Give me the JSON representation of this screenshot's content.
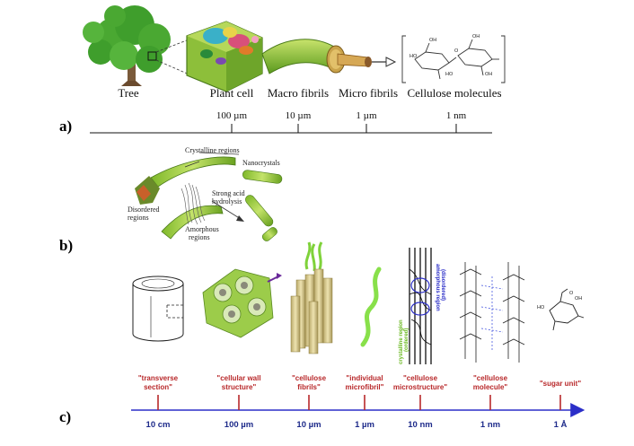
{
  "panel_a": {
    "marker": "a)",
    "items": [
      {
        "label": "Tree"
      },
      {
        "label": "Plant cell"
      },
      {
        "label": "Macro fibrils"
      },
      {
        "label": "Micro fibrils"
      },
      {
        "label": "Cellulose molecules"
      }
    ],
    "scale": [
      "100 µm",
      "10 µm",
      "1 µm",
      "1 nm"
    ]
  },
  "panel_b": {
    "marker": "b)",
    "labels": {
      "crystalline": "Crystalline regions",
      "nanocrystals": "Nanocrystals",
      "disordered_1": "Disordered",
      "disordered_2": "regions",
      "acid_1": "Strong acid",
      "acid_2": "hydrolysis",
      "amorphous_1": "Amorphous",
      "amorphous_2": "regions"
    }
  },
  "panel_c": {
    "marker": "c)",
    "stages": [
      {
        "line1": "\"transverse",
        "line2": "section\"",
        "scale": "10 cm"
      },
      {
        "line1": "\"cellular wall",
        "line2": "structure\"",
        "scale": "100 µm"
      },
      {
        "line1": "\"cellulose",
        "line2": "fibrils\"",
        "scale": "10 µm"
      },
      {
        "line1": "\"individual",
        "line2": "microfibril\"",
        "scale": "1 µm"
      },
      {
        "line1": "\"cellulose",
        "line2": "microstructure\"",
        "scale": "10 nm"
      },
      {
        "line1": "\"cellulose",
        "line2": "molecule\"",
        "scale": "1 nm"
      },
      {
        "line1": "\"sugar unit\"",
        "line2": "",
        "scale": "1 Å"
      }
    ],
    "crystalline_label_1": "crystalline region",
    "crystalline_label_2": "(ordered)",
    "amorphous_label_1": "amorphous region",
    "amorphous_label_2": "(disordered)"
  },
  "colors": {
    "leaf_green": "#3f9e2c",
    "fibril_green": "#8cc63f",
    "timeline_blue": "#2b2ec8",
    "label_red": "#b8282a"
  }
}
